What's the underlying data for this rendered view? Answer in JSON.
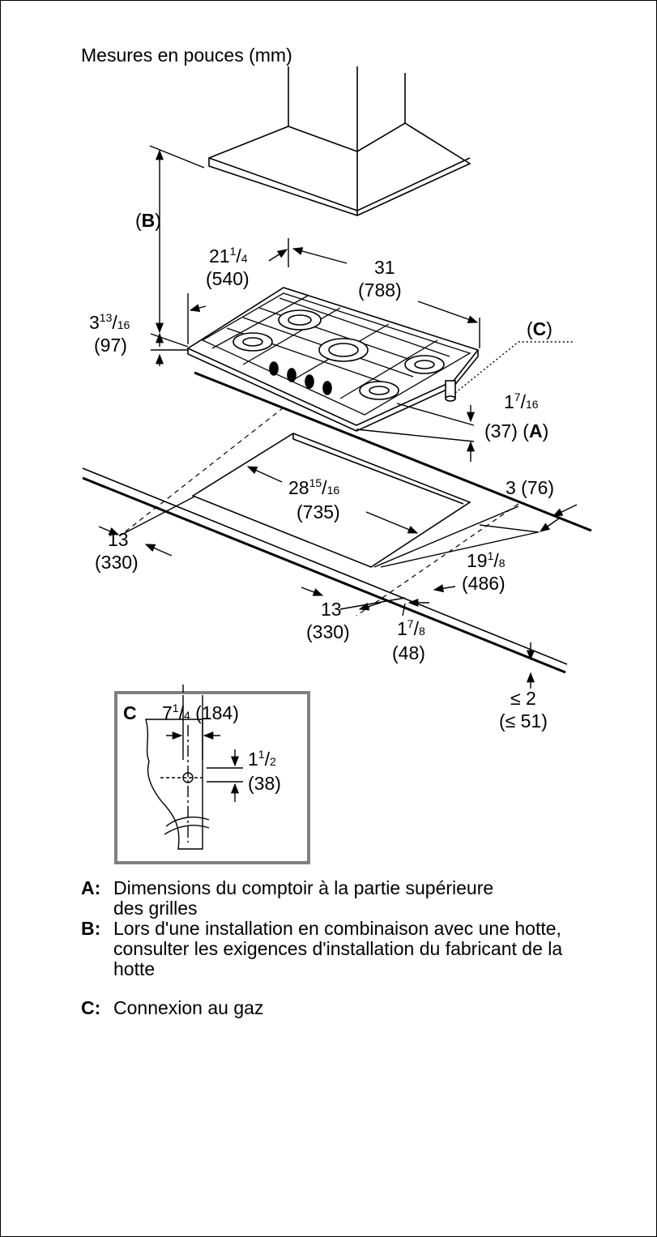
{
  "title": "Mesures en pouces (mm)",
  "labels": {
    "b_open": "(",
    "b_letter": "B",
    "b_close": ")",
    "c_open": "(",
    "c_letter": "C",
    "c_close": ")",
    "a_open": "(",
    "a_letter": "A",
    "a_close": ")",
    "depth_whole": "21",
    "depth_num": "1",
    "depth_slash": "/",
    "depth_den": "4",
    "depth_mm": "(540)",
    "width_in": "31",
    "width_mm": "(788)",
    "height_whole": "3",
    "height_num": "13",
    "height_slash": "/",
    "height_den": "16",
    "height_mm": "(97)",
    "grate_whole": "1",
    "grate_num": "7",
    "grate_slash": "/",
    "grate_den": "16",
    "grate_mm": "(37)",
    "cut_w_whole": "28",
    "cut_w_num": "15",
    "cut_w_slash": "/",
    "cut_w_den": "16",
    "cut_w_mm": "(735)",
    "back": "3 (76)",
    "side_in": "13",
    "side_mm": "(330)",
    "cut_d_whole": "19",
    "cut_d_num": "1",
    "cut_d_slash": "/",
    "cut_d_den": "8",
    "cut_d_mm": "(486)",
    "front_in": "13",
    "front_mm": "(330)",
    "edge_whole": "1",
    "edge_num": "7",
    "edge_slash": "/",
    "edge_den": "8",
    "edge_mm": "(48)",
    "counter_in": "≤ 2",
    "counter_mm": "(≤ 51)"
  },
  "inset": {
    "letter": "C",
    "width_whole": "7",
    "width_num": "1",
    "width_slash": "/",
    "width_den": "4",
    "width_mm": "(184)",
    "h_whole": "1",
    "h_num": "1",
    "h_slash": "/",
    "h_den": "2",
    "h_mm": "(38)"
  },
  "legend": [
    {
      "key": "A:",
      "text": "Dimensions du comptoir à la partie supérieure des grilles"
    },
    {
      "key": "B:",
      "text": "Lors d'une installation en combinaison avec une hotte, consulter les exigences d'installation du fabricant de la hotte"
    },
    {
      "key": "C:",
      "text": "Connexion au gaz"
    }
  ]
}
